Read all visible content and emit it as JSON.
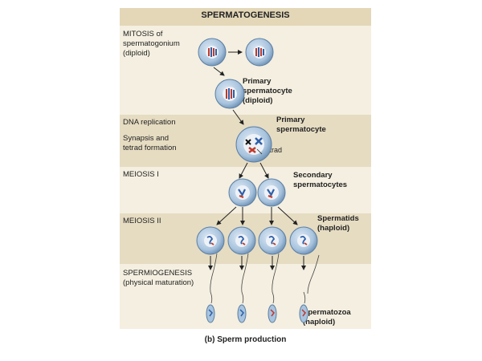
{
  "title": "SPERMATOGENESIS",
  "stages": {
    "mitosis": "MITOSIS of\nspermatogonium\n(diploid)",
    "dna_replication": "DNA replication",
    "synapsis": "Synapsis and\ntetrad formation",
    "meiosis1": "MEIOSIS I",
    "meiosis2": "MEIOSIS II",
    "spermiogenesis": "SPERMIOGENESIS\n(physical maturation)"
  },
  "cells": {
    "primary1": "Primary\nspermatocyte\n(diploid)",
    "primary2": "Primary\nspermatocyte",
    "tetrad": "Tetrad",
    "secondary": "Secondary\nspermatocytes",
    "spermatids": "Spermatids\n(haploid)",
    "spermatozoa": "Spermatozoa\n(haploid)"
  },
  "caption": "(b)  Sperm production",
  "colors": {
    "band_light": "#f4efe0",
    "band_dark": "#e6dcc2",
    "cell_fill": "#a9c4de",
    "nucleus_fill": "#eef2f7",
    "chromosome_red": "#c0392b",
    "chromosome_blue": "#2e5fa8",
    "arrow": "#222222"
  }
}
